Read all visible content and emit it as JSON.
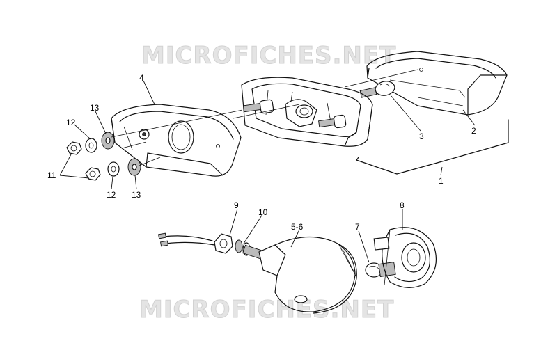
{
  "watermark": {
    "top": "MICROFICHES.NET",
    "bottom": "MICROFICHES.NET"
  },
  "callouts": {
    "c1": "1",
    "c2": "2",
    "c3": "3",
    "c4": "4",
    "c56": "5-6",
    "c7": "7",
    "c8": "8",
    "c9": "9",
    "c10": "10",
    "c11": "11",
    "c12a": "12",
    "c12b": "12",
    "c13a": "13",
    "c13b": "13"
  }
}
